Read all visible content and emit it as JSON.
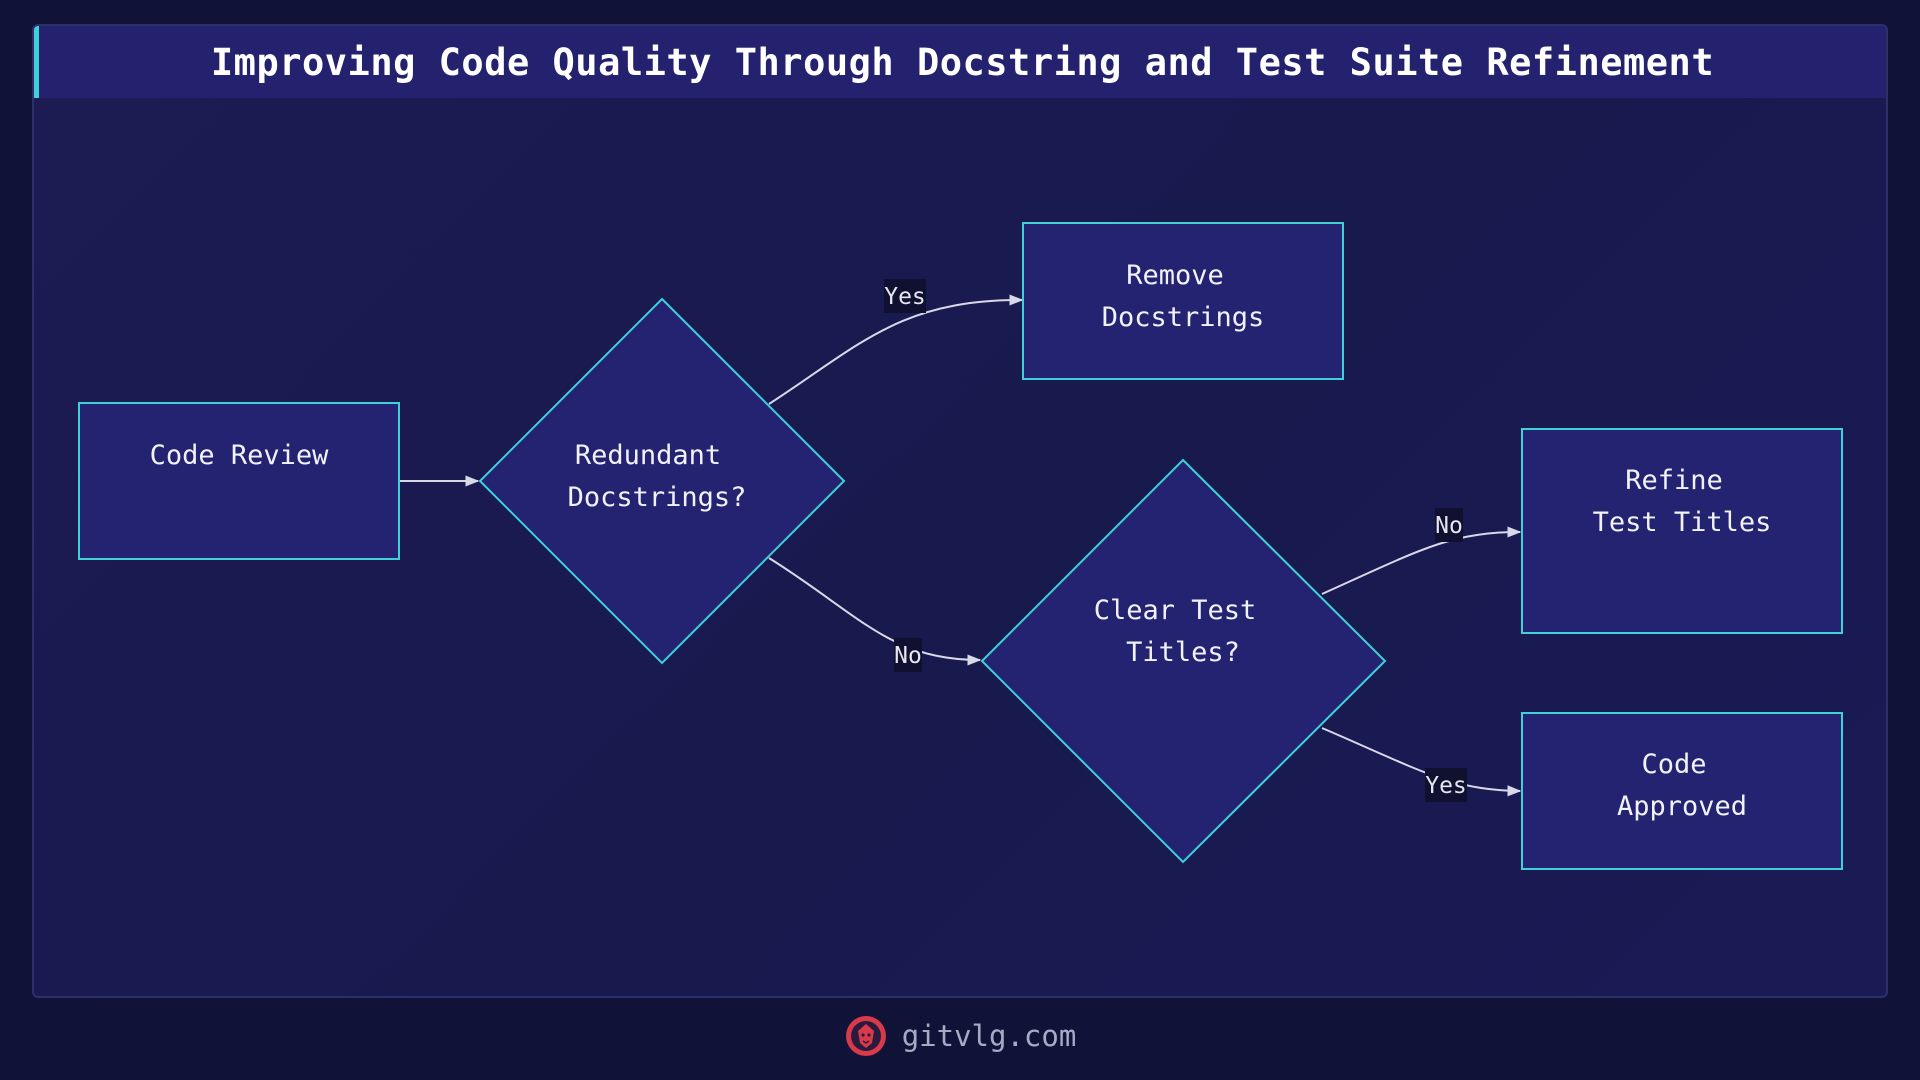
{
  "title": "Improving Code Quality Through Docstring and Test Suite Refinement",
  "nodes": {
    "code_review": {
      "lines": [
        "Code Review"
      ]
    },
    "redundant": {
      "lines": [
        "Redundant",
        "Docstrings?"
      ]
    },
    "remove": {
      "lines": [
        "Remove",
        "Docstrings"
      ]
    },
    "clear": {
      "lines": [
        "Clear Test",
        "Titles?"
      ]
    },
    "refine": {
      "lines": [
        "Refine",
        "Test Titles"
      ]
    },
    "approved": {
      "lines": [
        "Code",
        "Approved"
      ]
    }
  },
  "edges": {
    "yes_1": "Yes",
    "no_1": "No",
    "no_2": "No",
    "yes_2": "Yes"
  },
  "footer": {
    "site": "gitvlg.com"
  },
  "colors": {
    "node_fill": "#242372",
    "node_stroke": "#3fd0d8",
    "edge": "#d8d8e8",
    "accent": "#3fd0d8",
    "logo": "#d93a4a"
  }
}
